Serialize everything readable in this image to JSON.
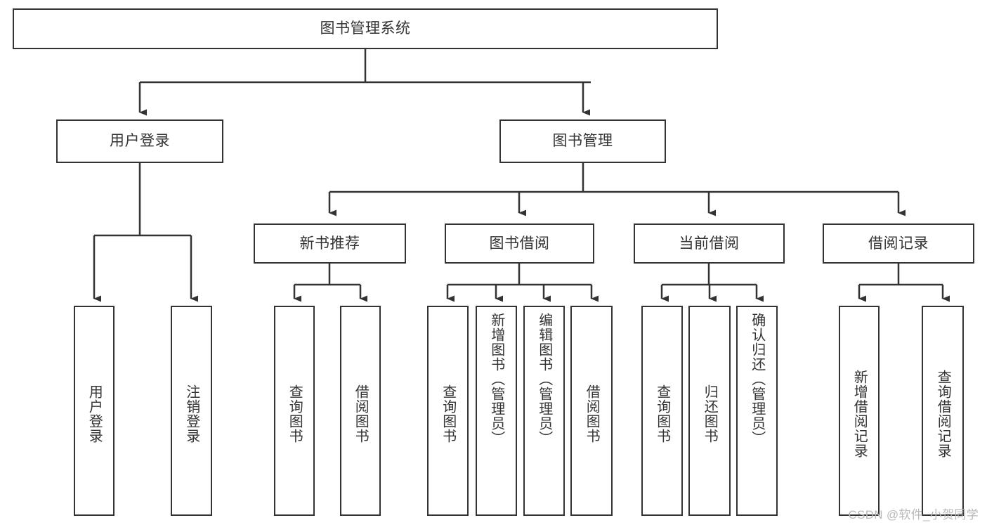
{
  "diagram": {
    "title": "图书管理系统",
    "type": "function-structure-tree",
    "orientation": "top-down",
    "watermark": "CSDN @软件_小贺同学",
    "colors": {
      "line": "#333333",
      "box_border": "#333333",
      "box_fill": "#ffffff",
      "text": "#333333",
      "watermark": "#b9b9b9",
      "background": "#ffffff"
    },
    "nodes": {
      "root": {
        "label": "图书管理系统",
        "level": 1,
        "text_orientation": "horizontal"
      },
      "level2": [
        {
          "id": "user-login",
          "label": "用户登录",
          "text_orientation": "horizontal"
        },
        {
          "id": "book-manage",
          "label": "图书管理",
          "text_orientation": "horizontal"
        }
      ],
      "level3": [
        {
          "id": "new-book-recommend",
          "label": "新书推荐",
          "text_orientation": "horizontal",
          "parent": "book-manage"
        },
        {
          "id": "book-borrow",
          "label": "图书借阅",
          "text_orientation": "horizontal",
          "parent": "book-manage"
        },
        {
          "id": "current-borrow",
          "label": "当前借阅",
          "text_orientation": "horizontal",
          "parent": "book-manage"
        },
        {
          "id": "borrow-record",
          "label": "借阅记录",
          "text_orientation": "horizontal",
          "parent": "book-manage"
        }
      ],
      "leaves": [
        {
          "id": "leaf-user-login",
          "label": "用户登录",
          "parent": "user-login",
          "text_orientation": "vertical"
        },
        {
          "id": "leaf-user-logout",
          "label": "注销登录",
          "parent": "user-login",
          "text_orientation": "vertical"
        },
        {
          "id": "leaf-query-book-1",
          "label": "查询图书",
          "parent": "new-book-recommend",
          "text_orientation": "vertical"
        },
        {
          "id": "leaf-borrow-book-1",
          "label": "借阅图书",
          "parent": "new-book-recommend",
          "text_orientation": "vertical"
        },
        {
          "id": "leaf-query-book-2",
          "label": "查询图书",
          "parent": "book-borrow",
          "text_orientation": "vertical"
        },
        {
          "id": "leaf-add-book",
          "label": "新增图书（管理员）",
          "parent": "book-borrow",
          "text_orientation": "vertical"
        },
        {
          "id": "leaf-edit-book",
          "label": "编辑图书（管理员）",
          "parent": "book-borrow",
          "text_orientation": "vertical"
        },
        {
          "id": "leaf-borrow-book-2",
          "label": "借阅图书",
          "parent": "book-borrow",
          "text_orientation": "vertical"
        },
        {
          "id": "leaf-query-book-3",
          "label": "查询图书",
          "parent": "current-borrow",
          "text_orientation": "vertical"
        },
        {
          "id": "leaf-return-book",
          "label": "归还图书",
          "parent": "current-borrow",
          "text_orientation": "vertical"
        },
        {
          "id": "leaf-confirm-return",
          "label": "确认归还（管理员）",
          "parent": "current-borrow",
          "text_orientation": "vertical"
        },
        {
          "id": "leaf-add-record",
          "label": "新增借阅记录",
          "parent": "borrow-record",
          "text_orientation": "vertical"
        },
        {
          "id": "leaf-query-record",
          "label": "查询借阅记录",
          "parent": "borrow-record",
          "text_orientation": "vertical"
        }
      ]
    }
  }
}
